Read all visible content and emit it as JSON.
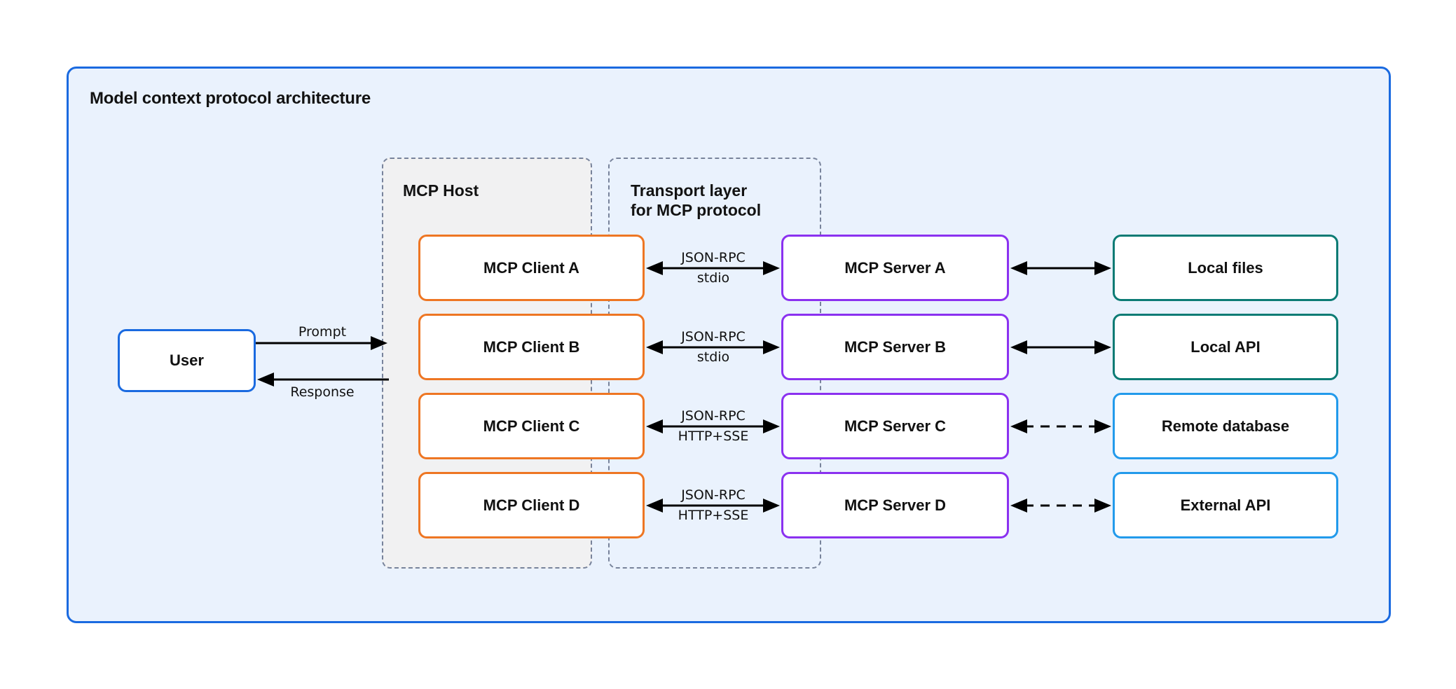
{
  "diagram": {
    "title": "Model context protocol architecture",
    "type": "architecture-flow",
    "colors": {
      "outer_border": "#1a6ae0",
      "outer_fill": "#eaf2fd",
      "group_border": "#78839b",
      "host_fill": "#f1f1f2",
      "client_border": "#ee7623",
      "server_border": "#8b31f0",
      "resource_local_border": "#0b7b74",
      "resource_remote_border": "#229aeb",
      "user_border": "#1a6ae0",
      "arrow": "#000000"
    }
  },
  "groups": {
    "host": {
      "label": "MCP Host"
    },
    "transport": {
      "label": "Transport layer\nfor MCP protocol"
    }
  },
  "nodes": {
    "user": {
      "label": "User"
    },
    "clients": [
      {
        "label": "MCP Client A"
      },
      {
        "label": "MCP Client B"
      },
      {
        "label": "MCP Client C"
      },
      {
        "label": "MCP Client D"
      }
    ],
    "servers": [
      {
        "label": "MCP Server A"
      },
      {
        "label": "MCP Server B"
      },
      {
        "label": "MCP Server C"
      },
      {
        "label": "MCP Server D"
      }
    ],
    "resources": [
      {
        "label": "Local files"
      },
      {
        "label": "Local API"
      },
      {
        "label": "Remote database"
      },
      {
        "label": "External API"
      }
    ]
  },
  "edges": {
    "user_to_host": {
      "prompt_label": "Prompt",
      "response_label": "Response"
    },
    "client_server": [
      {
        "top": "JSON-RPC",
        "bottom": "stdio"
      },
      {
        "top": "JSON-RPC",
        "bottom": "stdio"
      },
      {
        "top": "JSON-RPC",
        "bottom": "HTTP+SSE"
      },
      {
        "top": "JSON-RPC",
        "bottom": "HTTP+SSE"
      }
    ],
    "server_resource_styles": [
      "solid",
      "solid",
      "dashed",
      "dashed"
    ]
  }
}
